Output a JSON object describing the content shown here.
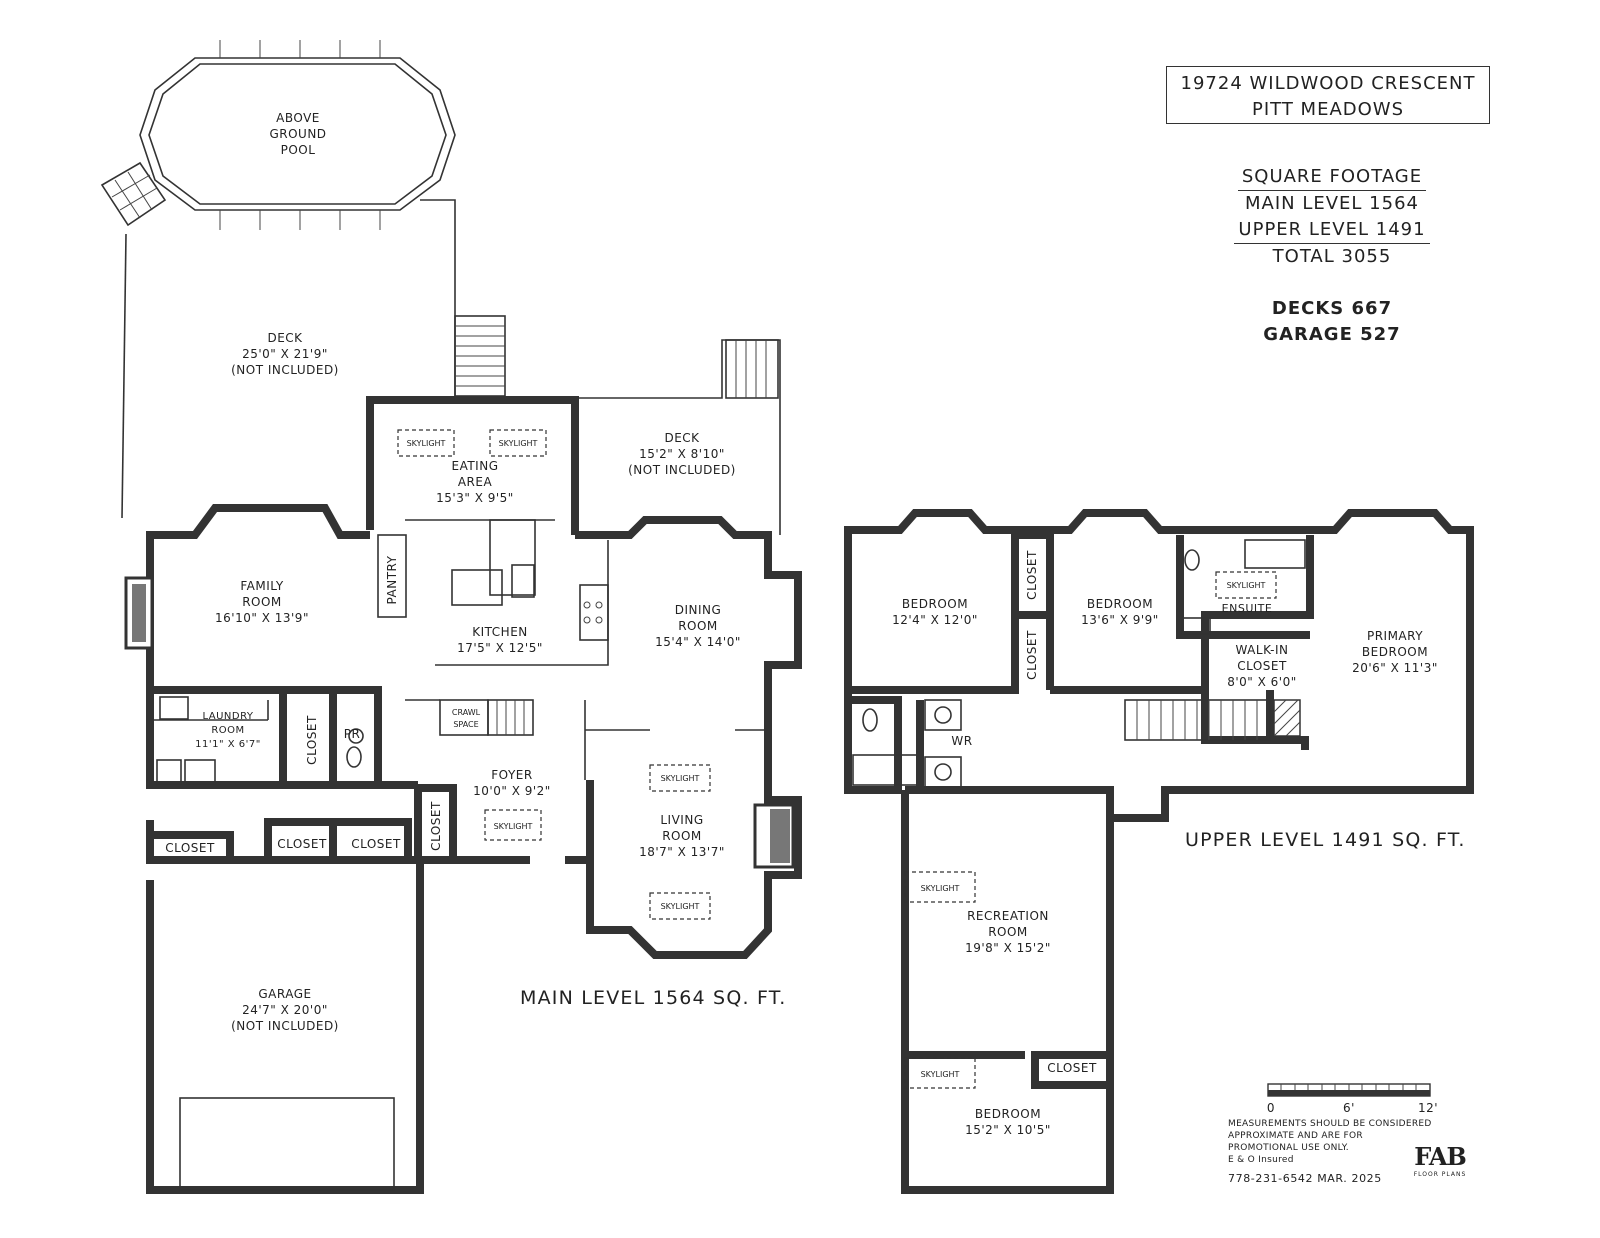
{
  "header": {
    "address_line1": "19724 WILDWOOD CRESCENT",
    "address_line2": "PITT MEADOWS"
  },
  "square_footage": {
    "title": "SQUARE FOOTAGE",
    "main": "MAIN LEVEL 1564",
    "upper": "UPPER LEVEL 1491",
    "total": "TOTAL 3055",
    "decks": "DECKS 667",
    "garage": "GARAGE 527"
  },
  "main_level": {
    "caption": "MAIN LEVEL 1564 SQ. FT.",
    "pool": [
      "ABOVE",
      "GROUND",
      "POOL"
    ],
    "deck_back": {
      "name": "DECK",
      "dims": "25'0\" X 21'9\"",
      "note": "(NOT INCLUDED)"
    },
    "deck_side": {
      "name": "DECK",
      "dims": "15'2\" X 8'10\"",
      "note": "(NOT INCLUDED)"
    },
    "eating": {
      "name1": "EATING",
      "name2": "AREA",
      "dims": "15'3\" X 9'5\""
    },
    "family": {
      "name1": "FAMILY",
      "name2": "ROOM",
      "dims": "16'10\" X 13'9\""
    },
    "pantry": "PANTRY",
    "kitchen": {
      "name": "KITCHEN",
      "dims": "17'5\" X 12'5\""
    },
    "dining": {
      "name1": "DINING",
      "name2": "ROOM",
      "dims": "15'4\" X 14'0\""
    },
    "laundry": {
      "name1": "LAUNDRY",
      "name2": "ROOM",
      "dims": "11'1\" X 6'7\""
    },
    "closet": "CLOSET",
    "pr": "PR",
    "crawl": [
      "CRAWL",
      "SPACE"
    ],
    "foyer": {
      "name": "FOYER",
      "dims": "10'0\" X 9'2\""
    },
    "living": {
      "name1": "LIVING",
      "name2": "ROOM",
      "dims": "18'7\" X 13'7\""
    },
    "garage": {
      "name": "GARAGE",
      "dims": "24'7\" X 20'0\"",
      "note": "(NOT INCLUDED)"
    },
    "skylight": "SKYLIGHT"
  },
  "upper_level": {
    "caption": "UPPER LEVEL 1491 SQ. FT.",
    "bedroom1": {
      "name": "BEDROOM",
      "dims": "12'4\" X 12'0\""
    },
    "bedroom2": {
      "name": "BEDROOM",
      "dims": "13'6\" X 9'9\""
    },
    "ensuite": "ENSUITE",
    "walkin": {
      "name1": "WALK-IN",
      "name2": "CLOSET",
      "dims": "8'0\" X 6'0\""
    },
    "primary": {
      "name1": "PRIMARY",
      "name2": "BEDROOM",
      "dims": "20'6\" X 11'3\""
    },
    "wr": "WR",
    "recreation": {
      "name1": "RECREATION",
      "name2": "ROOM",
      "dims": "19'8\" X 15'2\""
    },
    "bedroom3": {
      "name": "BEDROOM",
      "dims": "15'2\" X 10'5\""
    },
    "closet": "CLOSET",
    "skylight": "SKYLIGHT"
  },
  "scale": {
    "labels": [
      "0",
      "6'",
      "12'"
    ]
  },
  "footer": {
    "disclaimer": [
      "MEASUREMENTS SHOULD BE CONSIDERED",
      "APPROXIMATE AND ARE FOR",
      "PROMOTIONAL USE ONLY.",
      "E & O Insured"
    ],
    "contact": "778-231-6542  MAR. 2025",
    "logo": "FAB",
    "logo_sub": "FLOOR PLANS"
  }
}
